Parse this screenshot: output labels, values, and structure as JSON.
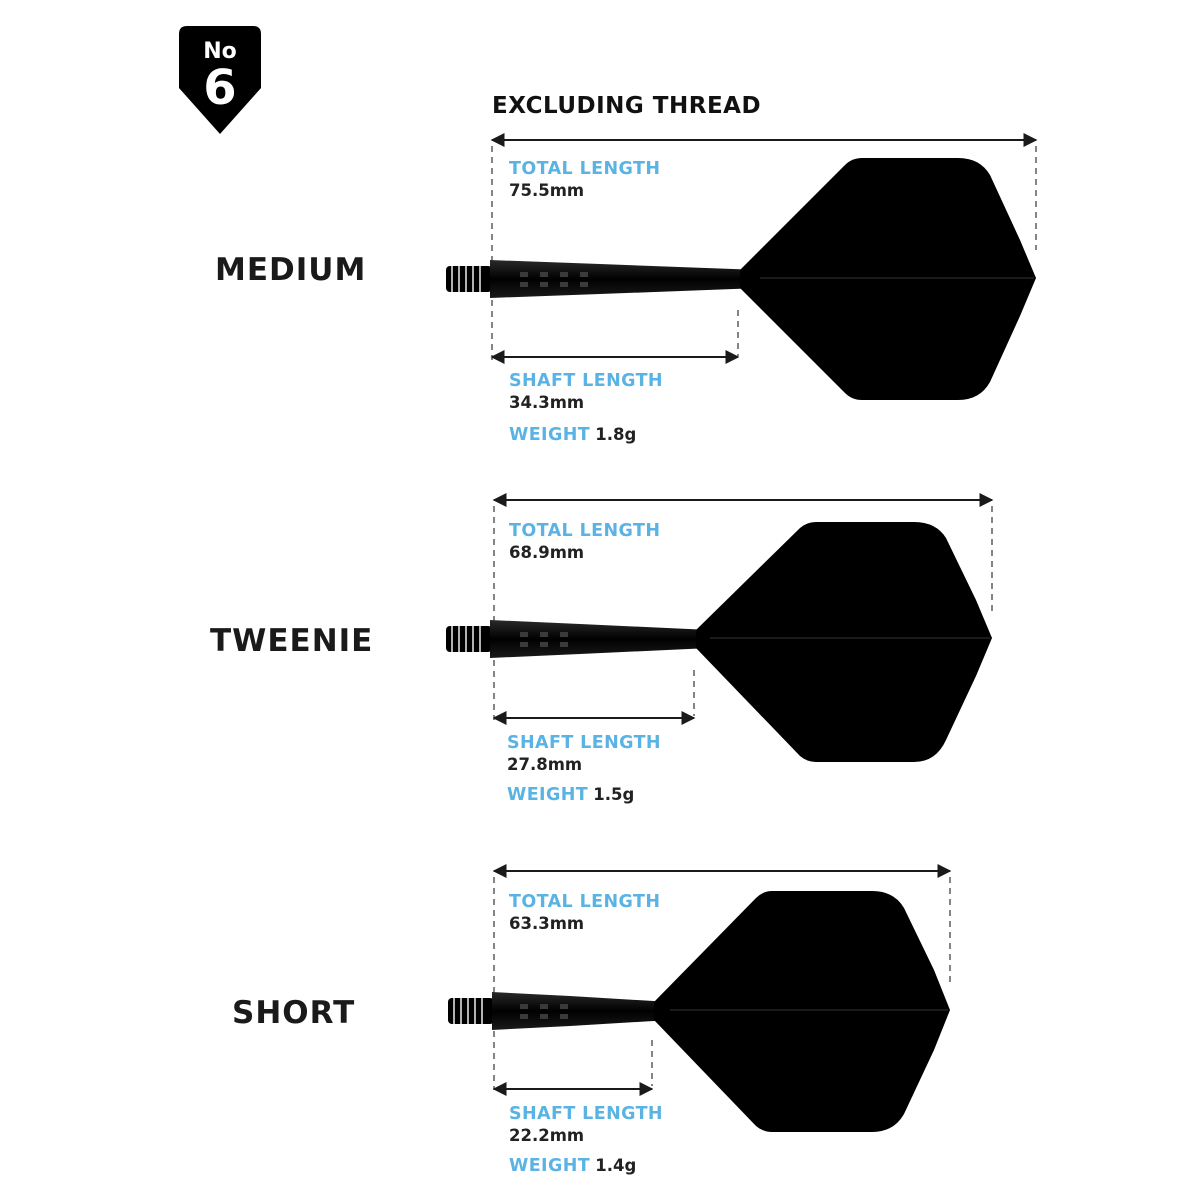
{
  "badge": {
    "line1": "No",
    "line2": "6"
  },
  "header": "EXCLUDING THREAD",
  "variants": [
    {
      "name": "MEDIUM",
      "total_label": "TOTAL LENGTH",
      "total_value": "75.5mm",
      "shaft_label": "SHAFT LENGTH",
      "shaft_value": "34.3mm",
      "weight_label": "WEIGHT",
      "weight_value": "1.8g"
    },
    {
      "name": "TWEENIE",
      "total_label": "TOTAL LENGTH",
      "total_value": "68.9mm",
      "shaft_label": "SHAFT LENGTH",
      "shaft_value": "27.8mm",
      "weight_label": "WEIGHT",
      "weight_value": "1.5g"
    },
    {
      "name": "SHORT",
      "total_label": "TOTAL LENGTH",
      "total_value": "63.3mm",
      "shaft_label": "SHAFT LENGTH",
      "shaft_value": "22.2mm",
      "weight_label": "WEIGHT",
      "weight_value": "1.4g"
    }
  ],
  "colors": {
    "accent": "#5bb3e4",
    "text": "#1a1a1a",
    "dart": "#000000"
  }
}
